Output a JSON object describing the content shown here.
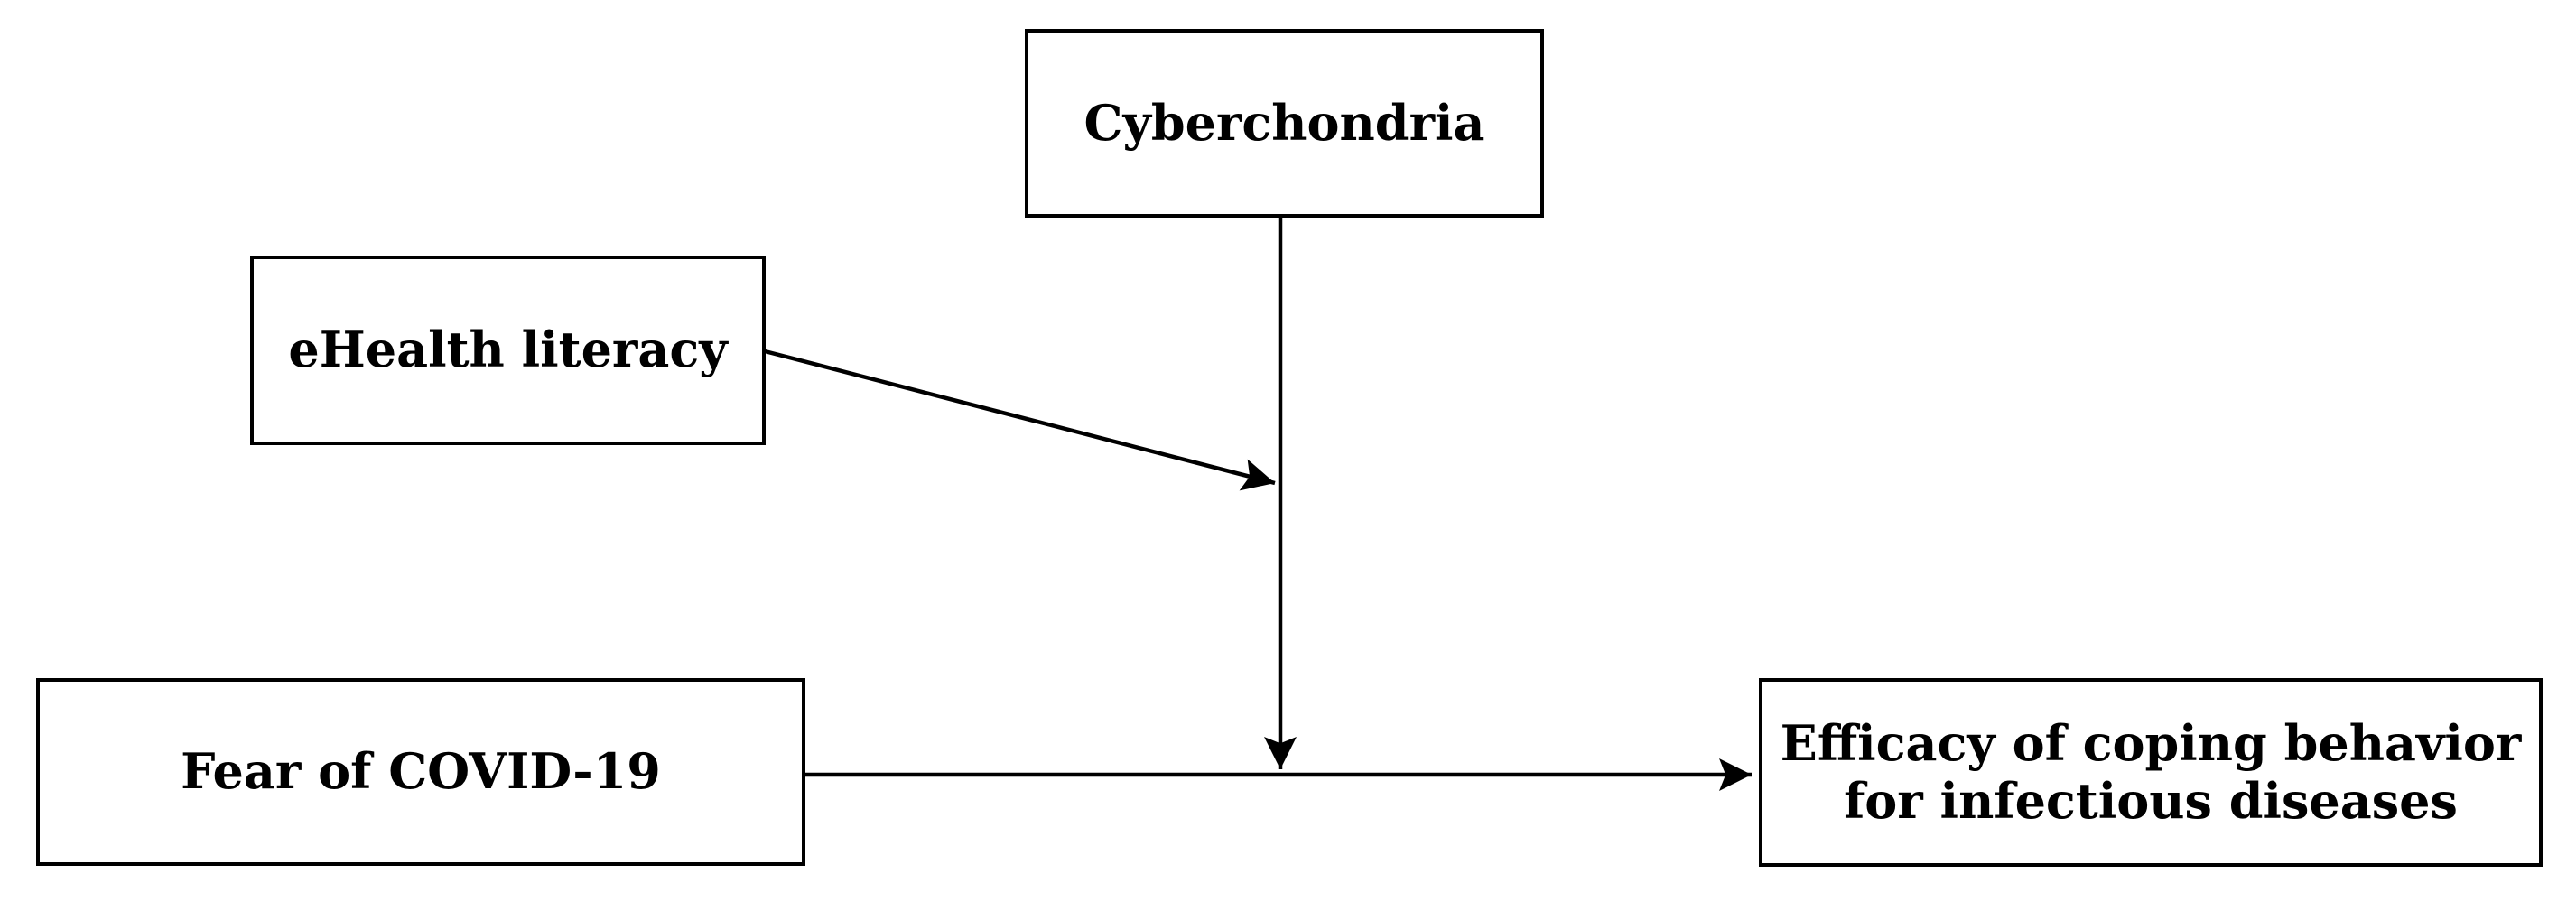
{
  "figure": {
    "background_color": "#ffffff",
    "stroke_color": "#000000",
    "nodes": {
      "cyberchondria": {
        "label": "Cyberchondria"
      },
      "ehealth_literacy": {
        "label": "eHealth literacy"
      },
      "fear_of_covid19": {
        "label": "Fear of COVID-19"
      },
      "coping_efficacy": {
        "label": "Efficacy of coping behavior\nfor infectious diseases"
      }
    },
    "edges": [
      {
        "id": "fear-to-efficacy",
        "from": "Fear of COVID-19",
        "to": "Efficacy of coping behavior for infectious diseases",
        "arrowhead": "end"
      },
      {
        "id": "cyberchondria-to-path",
        "from": "Cyberchondria",
        "to": "arrow from Fear of COVID-19 to Efficacy of coping behavior",
        "arrowhead": "end"
      },
      {
        "id": "ehealth-to-moderation-arrow",
        "from": "eHealth literacy",
        "to": "arrow from Cyberchondria",
        "arrowhead": "end"
      }
    ]
  }
}
